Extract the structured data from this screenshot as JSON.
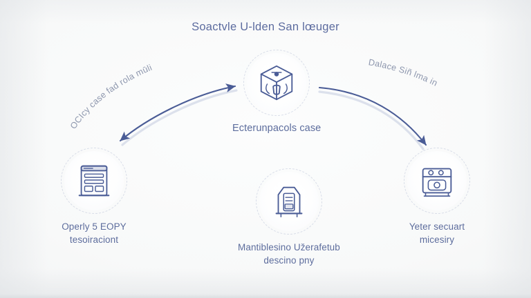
{
  "diagram": {
    "title": "Soactvle U-lden San lœuger",
    "background_color": "#f7f8f8",
    "accent_color": "#4a5c96",
    "label_color": "#5c6c9c",
    "caption_color": "#8d96ad"
  },
  "nodes": {
    "hub": {
      "label": "Ecterunpacols case",
      "icon": "cube-box-icon"
    },
    "left": {
      "label": "Operly 5 EOPY\ntesoiraciont",
      "icon": "document-form-icon"
    },
    "center": {
      "label": "Mantiblesino Užerafetub\ndescino pny",
      "icon": "server-printer-icon"
    },
    "right": {
      "label": "Yeter secuart\nmicesiry",
      "icon": "machine-appliance-icon"
    }
  },
  "connectors": {
    "left": {
      "caption": "OCIcy case fad rola mūli",
      "style": "double-headed-curved-arrow"
    },
    "right": {
      "caption": "Dalace Siñ lma in",
      "style": "single-headed-curved-arrow"
    }
  }
}
